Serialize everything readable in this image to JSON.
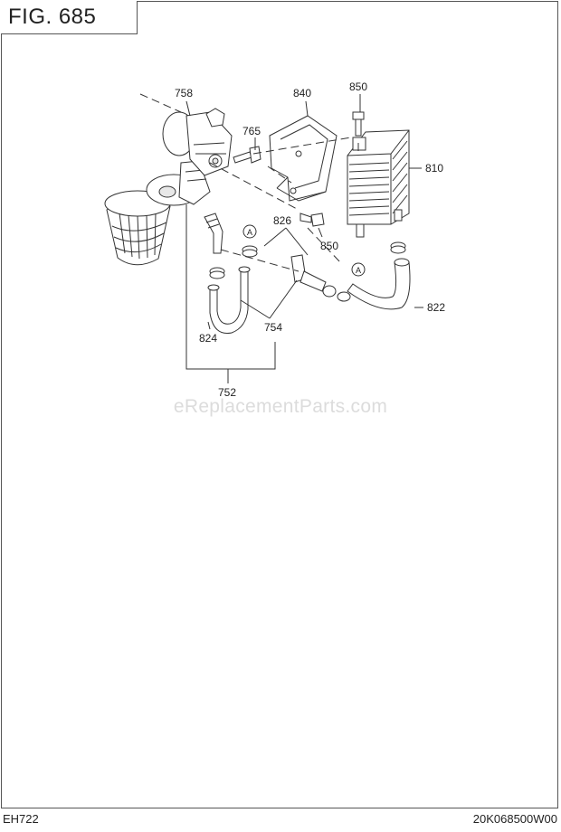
{
  "figure": {
    "title": "FIG.  685"
  },
  "watermark": "eReplacementParts.com",
  "footer": {
    "model": "EH722",
    "code": "20K068500W00"
  },
  "callouts": {
    "p758": "758",
    "p840": "840",
    "p850_top": "850",
    "p765": "765",
    "p810": "810",
    "p826": "826",
    "p850_mid": "850",
    "p822": "822",
    "p824": "824",
    "p754": "754",
    "p752": "752",
    "ref_a_left": "A",
    "ref_a_right": "A"
  }
}
